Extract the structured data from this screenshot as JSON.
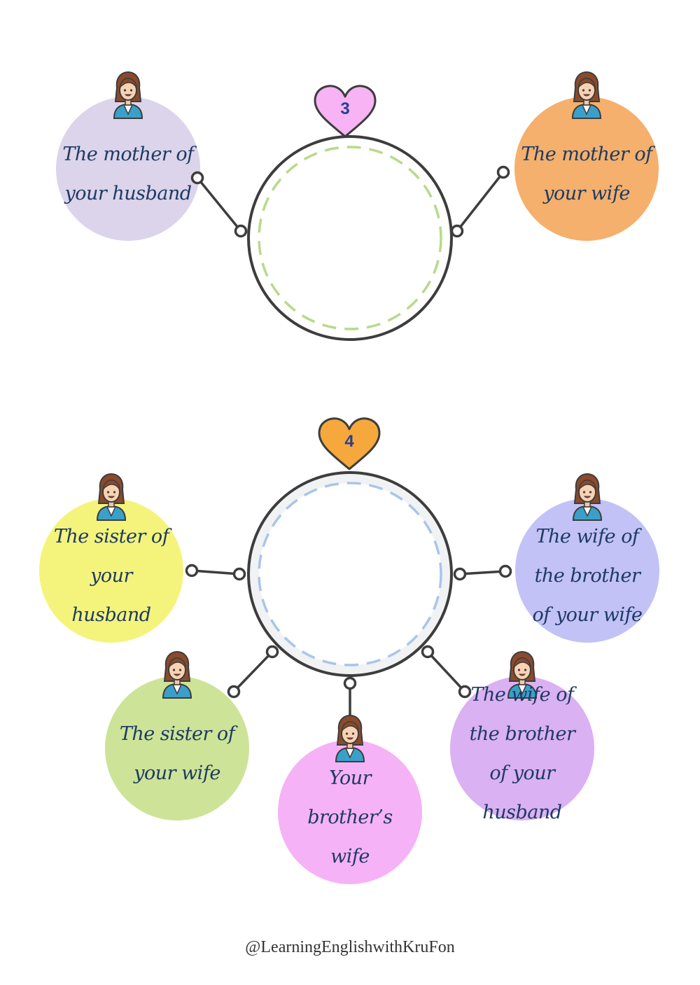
{
  "colors": {
    "outline": "#3d3d3d",
    "text": "#1d3a63"
  },
  "groups": [
    {
      "id": "group-3",
      "badge": {
        "label": "3",
        "color": "#f7b3f4"
      },
      "answer_dash_color": "#b9d98a",
      "ring_fill": "#ffffff",
      "items": [
        {
          "name": "mother-of-husband",
          "text": "The mother of your husband",
          "color": "#dcd4ea",
          "icon": "woman-icon"
        },
        {
          "name": "mother-of-wife",
          "text": "The mother of your wife",
          "color": "#f4b06c",
          "icon": "woman-icon"
        }
      ]
    },
    {
      "id": "group-4",
      "badge": {
        "label": "4",
        "color": "#f6a83c"
      },
      "answer_dash_color": "#a9c5ea",
      "ring_fill": "#f1f2f4",
      "items": [
        {
          "name": "sister-of-husband",
          "text": "The sister of your husband",
          "color": "#f4f47c",
          "icon": "woman-icon"
        },
        {
          "name": "wife-of-brother-of-wife",
          "text": "The wife of the brother of your wife",
          "color": "#c2c2f6",
          "icon": "woman-icon"
        },
        {
          "name": "sister-of-wife",
          "text": "The sister of your wife",
          "color": "#cde397",
          "icon": "woman-icon"
        },
        {
          "name": "your-brothers-wife",
          "text": "Your brother’s wife",
          "color": "#f6b2f6",
          "icon": "woman-icon"
        },
        {
          "name": "wife-of-brother-of-husband",
          "text": "The wife of the brother of your husband",
          "color": "#dab1f2",
          "icon": "woman-icon"
        }
      ]
    }
  ],
  "footer": {
    "credit": "@LearningEnglishwithKruFon"
  }
}
